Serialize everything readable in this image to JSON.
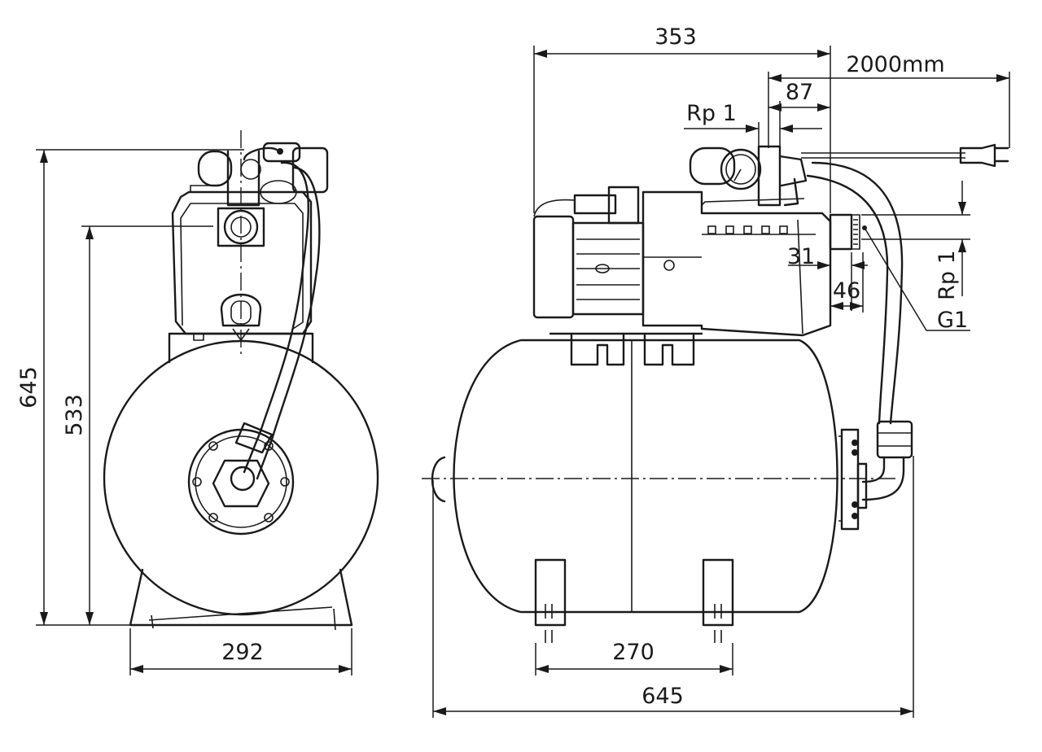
{
  "dimensions": {
    "overall_height": "645",
    "pump_axis_height": "533",
    "base_width": "292",
    "overall_length": "353",
    "cable_length": "2000mm",
    "outlet_offset": "87",
    "outlet_thread": "Rp 1",
    "inlet_offset": "31",
    "inlet_spacing": "46",
    "inlet_thread": "Rp 1",
    "union_thread": "G1",
    "foot_spacing": "270",
    "tank_length": "645"
  }
}
